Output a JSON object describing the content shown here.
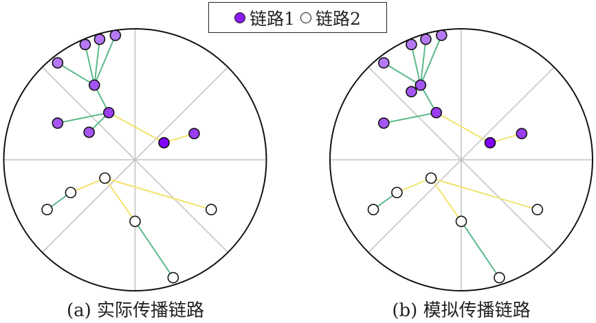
{
  "legend": {
    "items": [
      {
        "label": "链路1",
        "marker": "filled",
        "color": "#8a1cf0"
      },
      {
        "label": "链路2",
        "marker": "hollow",
        "color": "#ffffff"
      }
    ]
  },
  "colors": {
    "grid": "#c4c4c4",
    "border": "#111111",
    "edge_intra": "#5bb88a",
    "edge_cross": "#f2e36a",
    "root": "#7f00f5",
    "level1": "#9a3cf0",
    "level2": "#a455f2",
    "leaf": "#b578f3",
    "hollow": "#ffffff"
  },
  "chart_data": [
    {
      "type": "polar-tree",
      "caption": "(a) 实际传播链路",
      "nodes": [
        {
          "id": "A",
          "x": 0.22,
          "y": 0.13,
          "level": "root",
          "chain": 1
        },
        {
          "id": "B",
          "x": 0.45,
          "y": 0.2,
          "level": "level1",
          "chain": 1
        },
        {
          "id": "C",
          "x": -0.2,
          "y": 0.36,
          "level": "level1",
          "chain": 1
        },
        {
          "id": "D",
          "x": -0.31,
          "y": 0.57,
          "level": "level2",
          "chain": 1
        },
        {
          "id": "E",
          "x": -0.59,
          "y": 0.74,
          "level": "leaf",
          "chain": 1
        },
        {
          "id": "F",
          "x": -0.38,
          "y": 0.88,
          "level": "leaf",
          "chain": 1
        },
        {
          "id": "G",
          "x": -0.27,
          "y": 0.92,
          "level": "leaf",
          "chain": 1
        },
        {
          "id": "H",
          "x": -0.15,
          "y": 0.95,
          "level": "leaf",
          "chain": 1
        },
        {
          "id": "I",
          "x": -0.59,
          "y": 0.28,
          "level": "level2",
          "chain": 1
        },
        {
          "id": "J",
          "x": -0.35,
          "y": 0.21,
          "level": "level2",
          "chain": 1
        },
        {
          "id": "K",
          "x": -0.23,
          "y": -0.14,
          "chain": 2
        },
        {
          "id": "L",
          "x": -0.49,
          "y": -0.25,
          "chain": 2
        },
        {
          "id": "M",
          "x": -0.67,
          "y": -0.38,
          "chain": 2
        },
        {
          "id": "N",
          "x": 0.58,
          "y": -0.38,
          "chain": 2
        },
        {
          "id": "O",
          "x": 0.0,
          "y": -0.47,
          "chain": 2
        },
        {
          "id": "P",
          "x": 0.29,
          "y": -0.9,
          "chain": 2
        }
      ],
      "edges": [
        [
          "A",
          "B",
          "cross"
        ],
        [
          "A",
          "C",
          "cross"
        ],
        [
          "C",
          "D",
          "intra"
        ],
        [
          "D",
          "E",
          "intra"
        ],
        [
          "D",
          "F",
          "intra"
        ],
        [
          "D",
          "G",
          "intra"
        ],
        [
          "D",
          "H",
          "intra"
        ],
        [
          "C",
          "I",
          "intra"
        ],
        [
          "C",
          "J",
          "intra"
        ],
        [
          "K",
          "L",
          "cross"
        ],
        [
          "L",
          "M",
          "intra"
        ],
        [
          "K",
          "N",
          "cross"
        ],
        [
          "K",
          "O",
          "cross"
        ],
        [
          "O",
          "P",
          "intra"
        ]
      ]
    },
    {
      "type": "polar-tree",
      "caption": "(b) 模拟传播链路",
      "nodes": [
        {
          "id": "A",
          "x": 0.22,
          "y": 0.13,
          "level": "root",
          "chain": 1
        },
        {
          "id": "B",
          "x": 0.46,
          "y": 0.2,
          "level": "level1",
          "chain": 1
        },
        {
          "id": "C",
          "x": -0.19,
          "y": 0.36,
          "level": "level1",
          "chain": 1
        },
        {
          "id": "D",
          "x": -0.31,
          "y": 0.57,
          "level": "level2",
          "chain": 1
        },
        {
          "id": "E",
          "x": -0.59,
          "y": 0.74,
          "level": "leaf",
          "chain": 1
        },
        {
          "id": "F",
          "x": -0.38,
          "y": 0.88,
          "level": "leaf",
          "chain": 1
        },
        {
          "id": "G",
          "x": -0.27,
          "y": 0.92,
          "level": "leaf",
          "chain": 1
        },
        {
          "id": "H",
          "x": -0.15,
          "y": 0.95,
          "level": "leaf",
          "chain": 1
        },
        {
          "id": "X",
          "x": -0.38,
          "y": 0.52,
          "level": "level2",
          "chain": 1
        },
        {
          "id": "I",
          "x": -0.59,
          "y": 0.28,
          "level": "level2",
          "chain": 1
        },
        {
          "id": "K",
          "x": -0.23,
          "y": -0.14,
          "chain": 2
        },
        {
          "id": "L",
          "x": -0.49,
          "y": -0.25,
          "chain": 2
        },
        {
          "id": "M",
          "x": -0.67,
          "y": -0.38,
          "chain": 2
        },
        {
          "id": "N",
          "x": 0.58,
          "y": -0.38,
          "chain": 2
        },
        {
          "id": "O",
          "x": 0.0,
          "y": -0.47,
          "chain": 2
        },
        {
          "id": "P",
          "x": 0.29,
          "y": -0.9,
          "chain": 2
        }
      ],
      "edges": [
        [
          "A",
          "B",
          "cross"
        ],
        [
          "A",
          "C",
          "cross"
        ],
        [
          "C",
          "D",
          "intra"
        ],
        [
          "D",
          "E",
          "intra"
        ],
        [
          "D",
          "F",
          "intra"
        ],
        [
          "D",
          "G",
          "intra"
        ],
        [
          "D",
          "H",
          "intra"
        ],
        [
          "C",
          "I",
          "intra"
        ],
        [
          "K",
          "L",
          "cross"
        ],
        [
          "L",
          "M",
          "intra"
        ],
        [
          "K",
          "N",
          "cross"
        ],
        [
          "K",
          "O",
          "cross"
        ],
        [
          "O",
          "P",
          "intra"
        ]
      ]
    }
  ]
}
